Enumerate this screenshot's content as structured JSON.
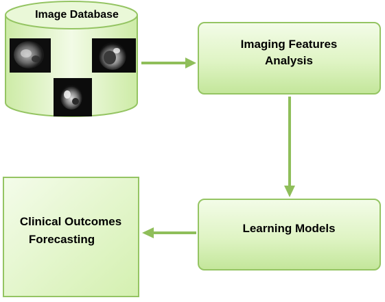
{
  "database": {
    "label": "Image Database",
    "thumbnail_icons": [
      "brain-scan-thumbnail",
      "knee-scan-thumbnail",
      "leg-scan-thumbnail"
    ]
  },
  "nodes": {
    "features": {
      "line1": "Imaging Features",
      "line2": "Analysis"
    },
    "models": {
      "label": "Learning Models"
    },
    "outcomes": {
      "line1": "Clinical Outcomes",
      "line2": "Forecasting"
    }
  },
  "colors": {
    "fill_light": "#f0fbe2",
    "fill_mid": "#d8f2b8",
    "fill_dark": "#bfe493",
    "stroke": "#94c462",
    "arrow": "#8fbe5a"
  }
}
